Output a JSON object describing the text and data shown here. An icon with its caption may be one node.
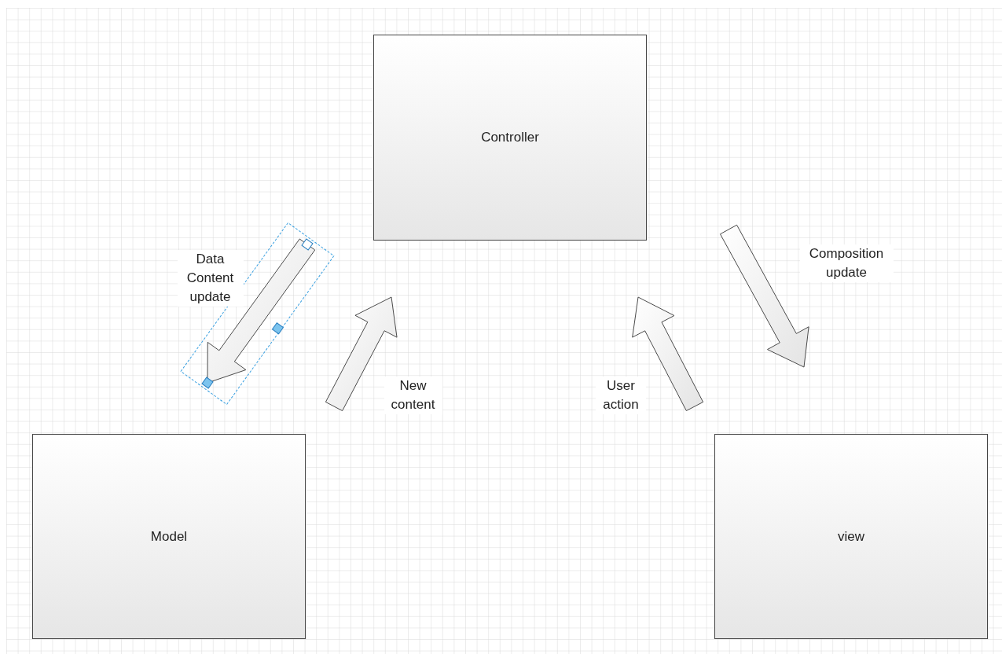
{
  "diagram": {
    "nodes": [
      {
        "text": [
          "Controller"
        ]
      },
      {
        "text": [
          "Model"
        ]
      },
      {
        "text": [
          "view"
        ]
      }
    ],
    "edges": [
      {
        "from": 0,
        "to": 1,
        "arrow": "to",
        "label": "Data Content update"
      },
      {
        "from": 1,
        "to": 0,
        "arrow": "to",
        "label": "New content"
      },
      {
        "from": 2,
        "to": 0,
        "arrow": "to",
        "label": "User action"
      },
      {
        "from": 0,
        "to": 2,
        "arrow": "to",
        "label": "Composition update"
      }
    ]
  }
}
